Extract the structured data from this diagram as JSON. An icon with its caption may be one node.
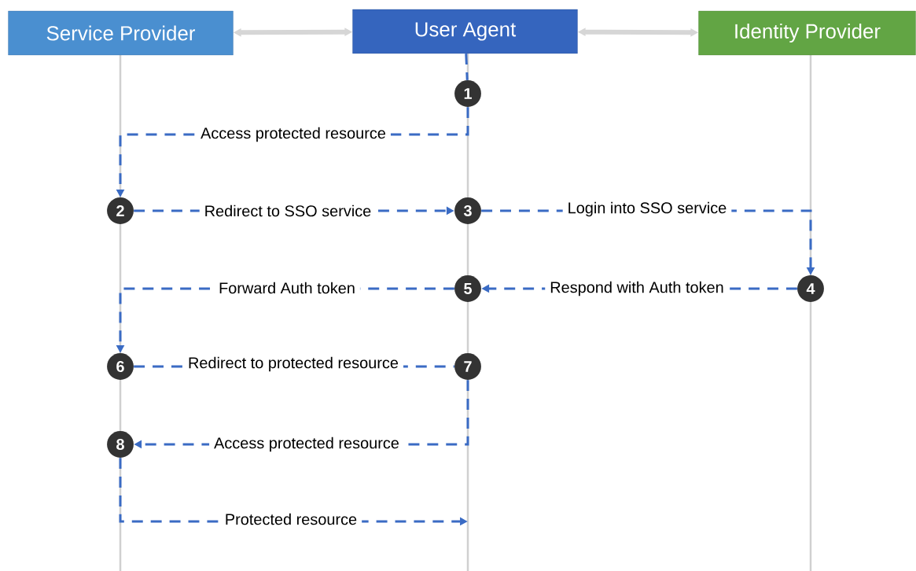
{
  "diagram": {
    "nodes": [
      {
        "text": [
          "Service Provider"
        ]
      },
      {
        "text": [
          "User Agent"
        ]
      },
      {
        "text": [
          "Identity Provider"
        ]
      },
      {
        "text": [
          "1"
        ]
      },
      {
        "text": [
          "2"
        ]
      },
      {
        "text": [
          "3"
        ]
      },
      {
        "text": [
          "4"
        ]
      },
      {
        "text": [
          "5"
        ]
      },
      {
        "text": [
          "6"
        ]
      },
      {
        "text": [
          "7"
        ]
      },
      {
        "text": [
          "8"
        ]
      }
    ],
    "edges": [
      {
        "from": 0,
        "to": 1,
        "arrow": "both",
        "style": "thick",
        "color": "#d6d6d6"
      },
      {
        "from": 1,
        "to": 2,
        "arrow": "both",
        "style": "thick",
        "color": "#d6d6d6"
      },
      {
        "from": 1,
        "to": 3,
        "arrow": "none",
        "style": "dashed"
      },
      {
        "from": 3,
        "to": 4,
        "arrow": "to",
        "style": "dashed",
        "label": "Access protected resource"
      },
      {
        "from": 4,
        "to": 5,
        "arrow": "to",
        "style": "dashed",
        "label": "Redirect to SSO service"
      },
      {
        "from": 5,
        "to": 6,
        "arrow": "to",
        "style": "dashed",
        "label": "Login into SSO service"
      },
      {
        "from": 6,
        "to": 7,
        "arrow": "to",
        "style": "dashed",
        "label": "Respond with Auth token"
      },
      {
        "from": 7,
        "to": 8,
        "arrow": "to",
        "style": "dashed",
        "label": "Forward Auth token"
      },
      {
        "from": 8,
        "to": 9,
        "arrow": "none",
        "style": "dashed",
        "label": "Redirect to protected resource"
      },
      {
        "from": 9,
        "to": 10,
        "arrow": "to",
        "style": "dashed",
        "label": "Access protected resource"
      },
      {
        "from": 10,
        "to": null,
        "arrow": "to",
        "style": "dashed",
        "label": "Protected resource"
      }
    ]
  }
}
